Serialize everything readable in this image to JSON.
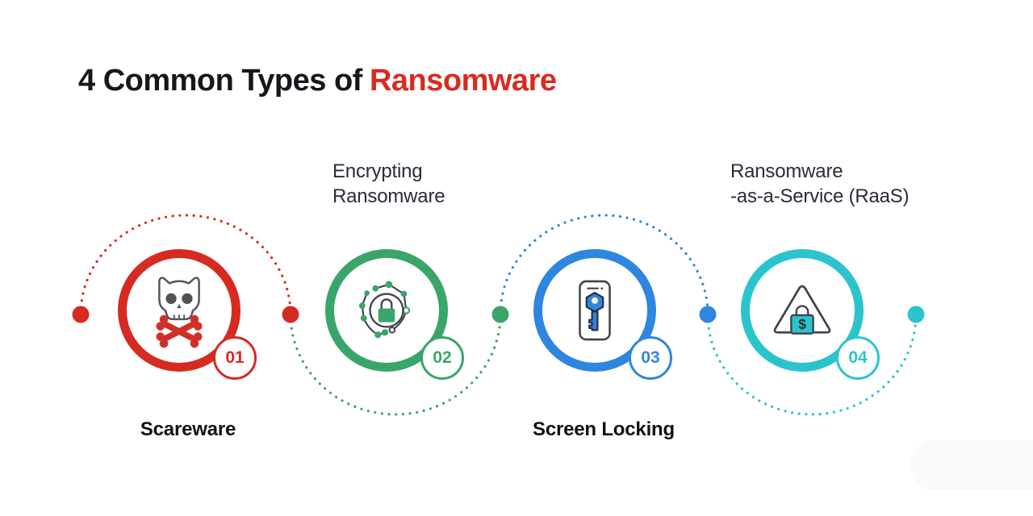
{
  "title": {
    "prefix": "4 Common Types of",
    "highlight": "Ransomware"
  },
  "items": [
    {
      "number": "01",
      "label_lines": [
        "Scareware"
      ],
      "color": "#d62b22",
      "icon": "skull-and-crossbones"
    },
    {
      "number": "02",
      "label_lines": [
        "Encrypting",
        "Ransomware"
      ],
      "color": "#3aa56a",
      "icon": "network-shield-lock"
    },
    {
      "number": "03",
      "label_lines": [
        "Screen Locking"
      ],
      "color": "#2e86e0",
      "icon": "phone-screen-key"
    },
    {
      "number": "04",
      "label_lines": [
        "Ransomware",
        "-as-a-Service (RaaS)"
      ],
      "color": "#2bc4cd",
      "icon": "warning-triangle-money-lock"
    }
  ],
  "connector": {
    "dot_colors": [
      "#d62b22",
      "#d62b22",
      "#3aa56a",
      "#2e86e0",
      "#2bc4cd"
    ],
    "arc_colors": [
      "#d62b22",
      "#3aa56a",
      "#2e86e0",
      "#2bc4cd"
    ]
  },
  "colors": {
    "background": "#ffffff",
    "title_text": "#15171c",
    "title_highlight": "#da2a20",
    "label_dark": "#101216",
    "label_slate": "#272d38",
    "red": "#d62b22",
    "green": "#3aa56a",
    "blue": "#2e86e0",
    "teal": "#2bc4cd"
  }
}
